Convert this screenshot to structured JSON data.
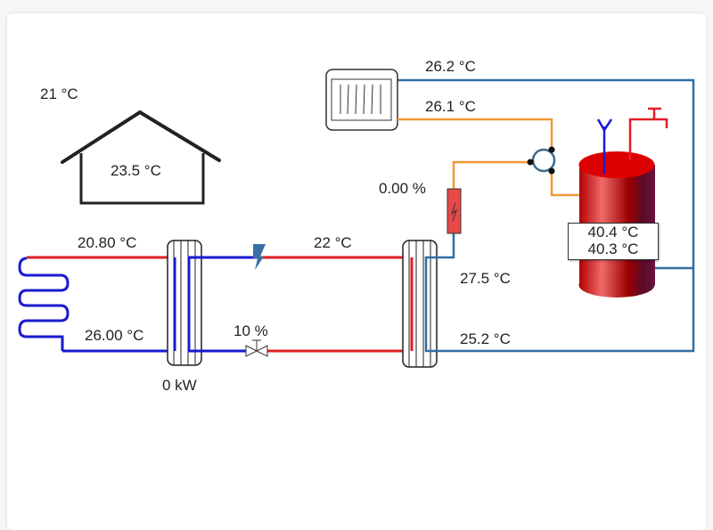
{
  "outdoor_temp": "21 °C",
  "room_temp": "23.5 °C",
  "floor_circuit": {
    "supply_temp": "20.80 °C",
    "return_temp": "26.00 °C",
    "exchanger_power": "0 kW"
  },
  "primary_circuit": {
    "supply_temp": "22 °C",
    "valve_opening": "10 %"
  },
  "source_circuit": {
    "supply_temp": "27.5 °C",
    "return_temp": "25.2 °C"
  },
  "radiator": {
    "return_temp": "26.2 °C",
    "supply_temp": "26.1 °C"
  },
  "electric_heater": {
    "power": "0.00 %"
  },
  "storage_tank": {
    "top_temp": "40.4 °C",
    "bottom_temp": "40.3 °C"
  },
  "colors": {
    "hot": "#e01f26",
    "cold": "#1a1ad0",
    "source": "#2f6ea5",
    "radiator_pipe": "#ef9a35",
    "tank": "#d40000"
  }
}
